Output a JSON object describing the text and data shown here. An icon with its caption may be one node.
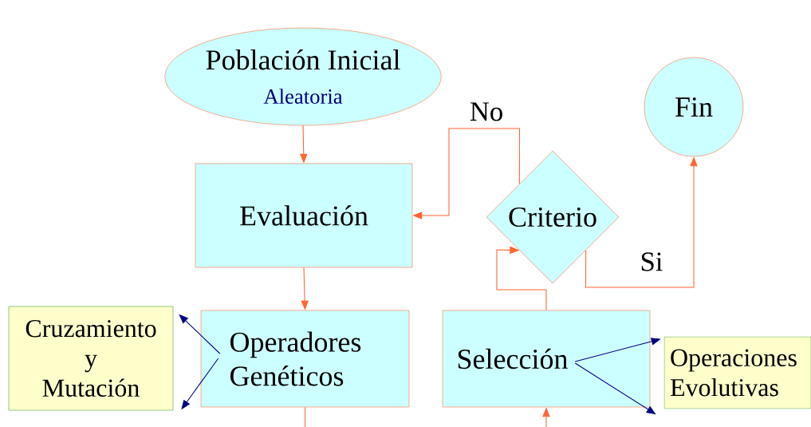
{
  "diagram": {
    "nodes": [
      {
        "text": [
          "Población Inicial",
          "Aleatoria"
        ]
      },
      {
        "text": [
          "Evaluación"
        ]
      },
      {
        "text": [
          "Criterio"
        ]
      },
      {
        "text": [
          "Fin"
        ]
      },
      {
        "text": [
          "Operadores Genéticos"
        ]
      },
      {
        "text": [
          "Cruzamiento y Mutación"
        ]
      },
      {
        "text": [
          "Selección"
        ]
      },
      {
        "text": [
          "Operaciones Evolutivas"
        ]
      }
    ],
    "edges": [
      {
        "from": 0,
        "to": 1,
        "arrow": "to"
      },
      {
        "from": 1,
        "to": 4,
        "arrow": "to"
      },
      {
        "from": 2,
        "to": 1,
        "arrow": "to",
        "label": "No"
      },
      {
        "from": 2,
        "to": 3,
        "arrow": "to",
        "label": "Si"
      },
      {
        "from": 6,
        "to": 2,
        "arrow": "to"
      },
      {
        "from": 4,
        "to": 5,
        "arrow": "to",
        "color": "#000080"
      },
      {
        "from": 4,
        "to": 5,
        "arrow": "to",
        "color": "#000080"
      },
      {
        "from": 6,
        "to": 7,
        "arrow": "to",
        "color": "#000080"
      },
      {
        "from": 6,
        "to": 7,
        "arrow": "to",
        "color": "#000080"
      },
      {
        "from": 4,
        "to": null,
        "arrow": "none"
      },
      {
        "from": null,
        "to": 6,
        "arrow": "to"
      }
    ]
  }
}
